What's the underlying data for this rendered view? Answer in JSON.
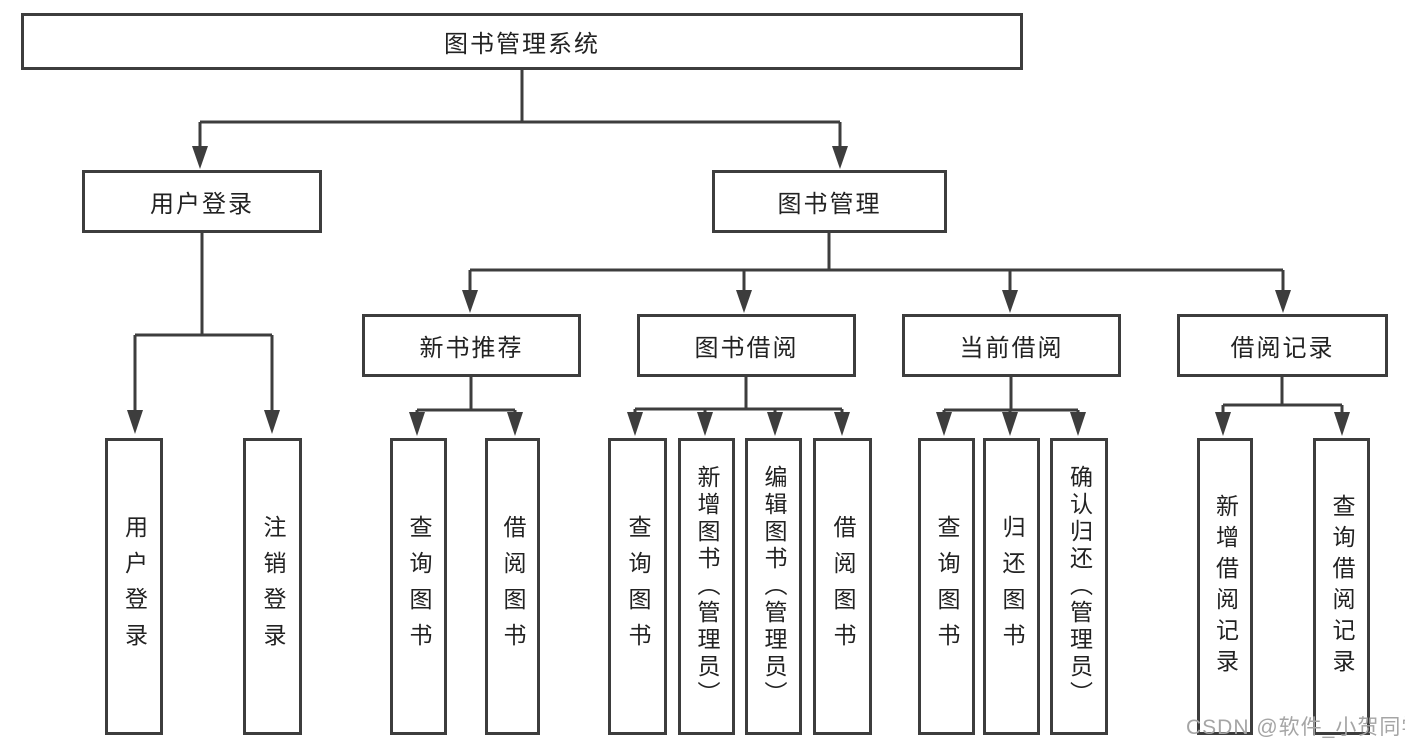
{
  "diagram": {
    "type": "hierarchy-tree",
    "root": {
      "label": "图书管理系统"
    },
    "level2": [
      {
        "label": "用户登录",
        "children": [
          {
            "label": "用户登录"
          },
          {
            "label": "注销登录"
          }
        ]
      },
      {
        "label": "图书管理",
        "children": [
          {
            "label": "新书推荐",
            "children": [
              {
                "label": "查询图书"
              },
              {
                "label": "借阅图书"
              }
            ]
          },
          {
            "label": "图书借阅",
            "children": [
              {
                "label": "查询图书"
              },
              {
                "label": "新增图书（管理员）"
              },
              {
                "label": "编辑图书（管理员）"
              },
              {
                "label": "借阅图书"
              }
            ]
          },
          {
            "label": "当前借阅",
            "children": [
              {
                "label": "查询图书"
              },
              {
                "label": "归还图书"
              },
              {
                "label": "确认归还（管理员）"
              }
            ]
          },
          {
            "label": "借阅记录",
            "children": [
              {
                "label": "新增借阅记录"
              },
              {
                "label": "查询借阅记录"
              }
            ]
          }
        ]
      }
    ]
  },
  "watermark": {
    "text": "CSDN @软件_小贺同学"
  },
  "colors": {
    "line": "#3d3d3d",
    "text": "#222222",
    "watermark": "#a5a5a5",
    "background": "#ffffff"
  }
}
